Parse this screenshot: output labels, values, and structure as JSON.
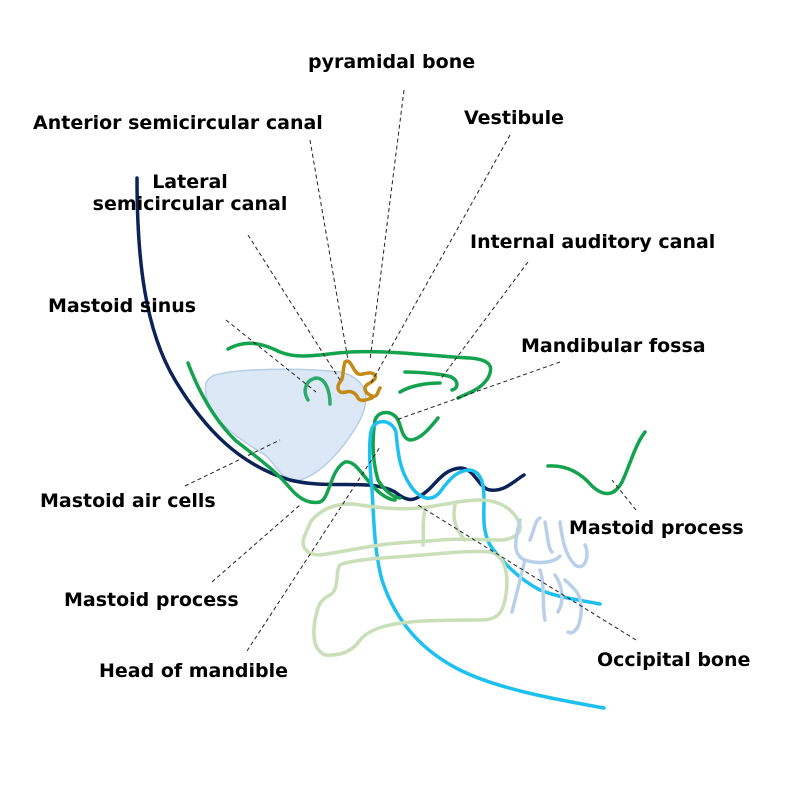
{
  "diagram": {
    "title": "Temporal bone anatomy (lateral view)",
    "colors": {
      "dura_line": "#0b2358",
      "bone_outline": "#13a24d",
      "ear_canal": "#2bab6c",
      "cochlea": "#c48a16",
      "air_cells_fill": "#dce8f5",
      "air_cells_stroke": "#b8cde6",
      "artery": "#1ec0f0",
      "mandible": "#c8dfb7",
      "vertebra": "#b9d0ea",
      "leader": "#222222"
    },
    "labels": {
      "pyramidal_bone": "pyramidal bone",
      "anterior_semicircular_canal": "Anterior semicircular canal",
      "vestibule": "Vestibule",
      "lateral_semicircular_canal_line1": "Lateral",
      "lateral_semicircular_canal_line2": "semicircular canal",
      "internal_auditory_canal": "Internal auditory canal",
      "mastoid_sinus": "Mastoid sinus",
      "mandibular_fossa": "Mandibular fossa",
      "mastoid_air_cells": "Mastoid air cells",
      "mastoid_process_right": "Mastoid process",
      "mastoid_process_left": "Mastoid process",
      "head_of_mandible": "Head of mandible",
      "occipital_bone": "Occipital bone"
    }
  }
}
